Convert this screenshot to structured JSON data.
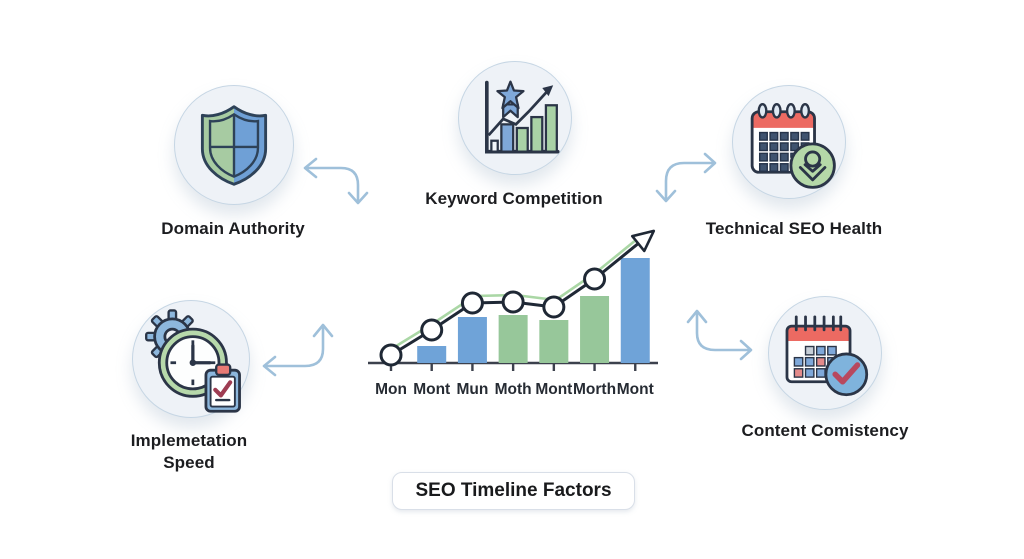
{
  "title_box": {
    "label": "SEO Timeline Factors"
  },
  "nodes": [
    {
      "id": "domain-authority",
      "label": "Domain Authority",
      "icon": "shield-icon"
    },
    {
      "id": "keyword-competition",
      "label": "Keyword Competition",
      "icon": "growth-chart-star-icon"
    },
    {
      "id": "technical-seo-health",
      "label": "Technical SEO Health",
      "icon": "calendar-user-icon"
    },
    {
      "id": "implementation-speed",
      "label": "Implemetation Speed",
      "icon": "gear-clock-clipboard-icon"
    },
    {
      "id": "content-consistency",
      "label": "Content Comistency",
      "icon": "calendar-check-icon"
    }
  ],
  "colors": {
    "arrow": "#9fc0da",
    "bar_blue": "#6fa3d8",
    "bar_green": "#97c79a",
    "line_dark": "#1f2835",
    "line_green": "#aad7a5",
    "axis": "#3c414d",
    "tick_label": "#262b33",
    "node_fill": "#eef2f7",
    "node_border": "#c6d6e4",
    "calendar_red": "#ec6a62",
    "badge_green": "#b5d8a8",
    "badge_blue": "#7fb3dc"
  },
  "chart_data": {
    "type": "bar+line",
    "title": "",
    "categories": [
      "Mon",
      "Mont",
      "Mun",
      "Moth",
      "Mont",
      "Morth",
      "Mont"
    ],
    "bars": [
      {
        "i": 1,
        "h": 17,
        "color": "blue"
      },
      {
        "i": 2,
        "h": 46,
        "color": "blue"
      },
      {
        "i": 3,
        "h": 48,
        "color": "green"
      },
      {
        "i": 4,
        "h": 43,
        "color": "green"
      },
      {
        "i": 5,
        "h": 67,
        "color": "green"
      },
      {
        "i": 6,
        "h": 105,
        "color": "blue"
      }
    ],
    "line": [
      {
        "i": 0,
        "h": 8
      },
      {
        "i": 1,
        "h": 33
      },
      {
        "i": 2,
        "h": 60
      },
      {
        "i": 3,
        "h": 61
      },
      {
        "i": 4,
        "h": 56
      },
      {
        "i": 5,
        "h": 84
      },
      {
        "i": 6.15,
        "h": 122
      }
    ],
    "marker_count": 6,
    "grid": false,
    "y_axis_shown": false
  }
}
